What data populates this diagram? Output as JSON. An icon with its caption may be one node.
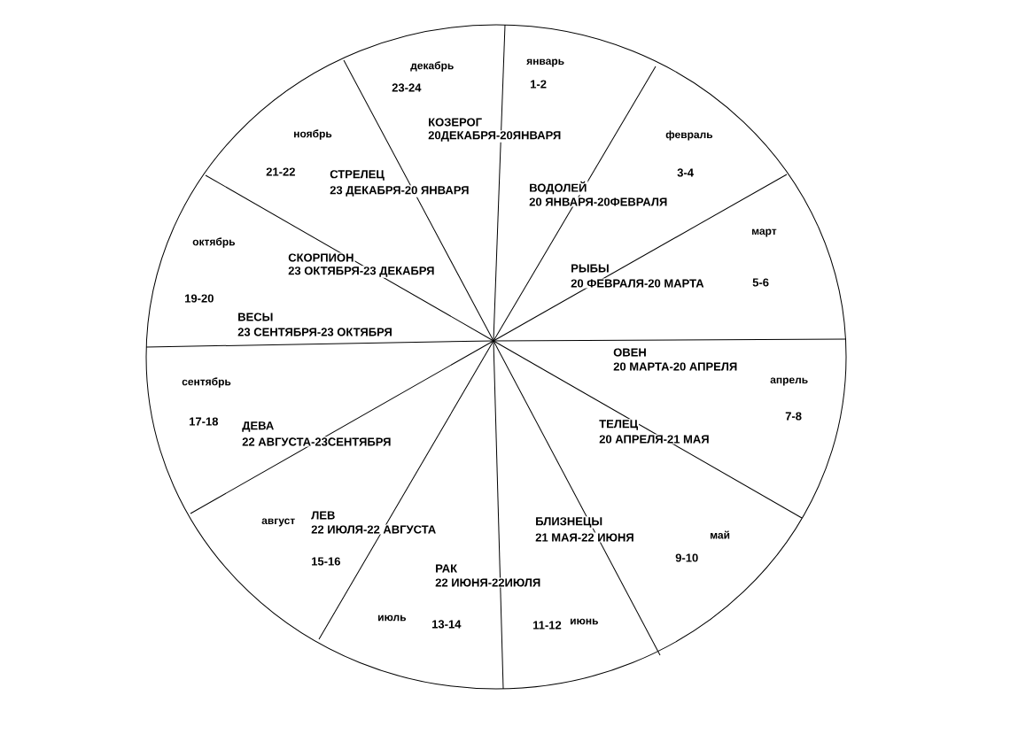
{
  "diagram": {
    "labels": [
      "декабрь",
      "январь",
      "1-2",
      "23-24",
      "КОЗЕРОГ",
      "ноябрь",
      "20ДЕКАБРЯ-20ЯНВАРЯ",
      "февраль",
      "21-22",
      "СТРЕЛЕЦ",
      "3-4",
      "23 ДЕКАБРЯ-20 ЯНВАРЯ",
      "ВОДОЛЕЙ",
      "20 ЯНВАРЯ-20ФЕВРАЛЯ",
      "март",
      "октябрь",
      "СКОРПИОН",
      "23 ОКТЯБРЯ-23 ДЕКАБРЯ",
      "РЫБЫ",
      "20 ФЕВРАЛЯ-20 МАРТА",
      "5-6",
      "19-20",
      "ВЕСЫ",
      "23 СЕНТЯБРЯ-23 ОКТЯБРЯ",
      "ОВЕН",
      "20 МАРТА-20 АПРЕЛЯ",
      "сентябрь",
      "апрель",
      "7-8",
      "17-18",
      "ТЕЛЕЦ",
      "20 АПРЕЛЯ-21 МАЯ",
      "ДЕВА",
      "22 АВГУСТА-23СЕНТЯБРЯ",
      "ЛЕВ",
      "22 ИЮЛЯ-22 АВГУСТА",
      "август",
      "БЛИЗНЕЦЫ",
      "21 МАЯ-22 ИЮНЯ",
      "май",
      "9-10",
      "15-16",
      "РАК",
      "22 ИЮНЯ-22ИЮЛЯ",
      "июль",
      "13-14",
      "11-12",
      "июнь"
    ]
  }
}
